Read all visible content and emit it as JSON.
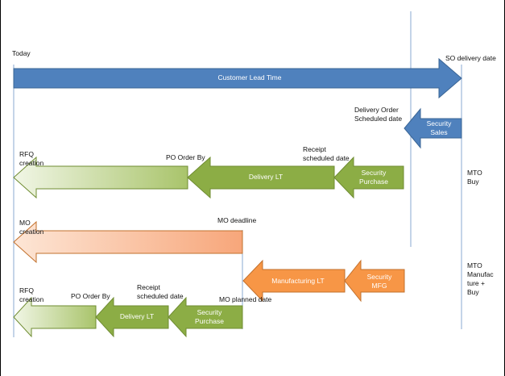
{
  "labels": {
    "today": "Today",
    "so_delivery_date": "SO delivery date",
    "delivery_order_scheduled_date": "Delivery Order\nScheduled date",
    "rfq_creation_1": "RFQ\ncreation",
    "po_order_by_1": "PO Order By",
    "receipt_scheduled_date_1": "Receipt\nscheduled date",
    "mto_buy": "MTO\nBuy",
    "mo_creation": "MO\ncreation",
    "mo_deadline": "MO deadline",
    "mto_manufacture_buy": "MTO\nManufac\nture +\nBuy",
    "rfq_creation_2": "RFQ\ncreation",
    "po_order_by_2": "PO Order By",
    "receipt_scheduled_date_2": "Receipt\nscheduled date",
    "mo_planned_date": "MO planned date"
  },
  "arrows": {
    "customer_lead_time": "Customer Lead Time",
    "security_sales": "Security\nSales",
    "delivery_lt_1": "Delivery LT",
    "security_purchase_1": "Security\nPurchase",
    "manufacturing_lt": "Manufacturing LT",
    "security_mfg": "Security\nMFG",
    "delivery_lt_2": "Delivery LT",
    "security_purchase_2": "Security\nPurchase",
    "mo_bar": "",
    "rfq_bar_1": "",
    "rfq_bar_2": ""
  },
  "colors": {
    "blue": "#4f81bd",
    "blue_stroke": "#3a6595",
    "green": "#8cad45",
    "green_stroke": "#6f8c32",
    "light_green": "#cfe0a6",
    "orange": "#f79646",
    "orange_stroke": "#c2702c",
    "light_orange": "#fcd2b4",
    "line": "#8aa8d0"
  }
}
